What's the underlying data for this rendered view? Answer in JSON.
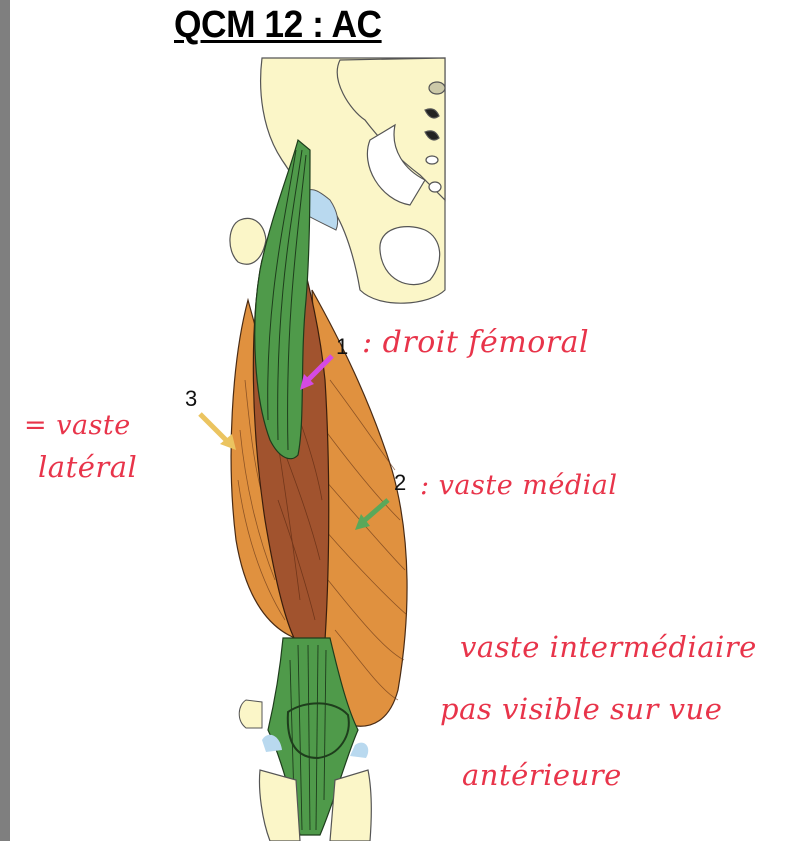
{
  "page": {
    "title": "QCM 12 : AC",
    "background": "#ffffff",
    "left_bar_color": "#7f7f7f"
  },
  "figure": {
    "description": "Anterior view of thigh: quadriceps femoris muscles",
    "colors": {
      "bone": "#fbf6c8",
      "tendon_green": "#4f9a4a",
      "rectus_brown": "#a1532e",
      "vastus_orange": "#e0913f",
      "cartilage_blue": "#b9d9ef",
      "arrow_1": "#d54ae3",
      "arrow_2": "#5aa85a",
      "arrow_3": "#ebc460",
      "annotation_red": "#e8344a"
    },
    "labels": [
      {
        "number": "1",
        "annotation": ": droit fémoral"
      },
      {
        "number": "2",
        "annotation": ": vaste médial"
      },
      {
        "number": "3",
        "annotation_line1": "= vaste",
        "annotation_line2": "latéral"
      }
    ]
  },
  "note": {
    "line1": "vaste intermédiaire",
    "line2": "pas visible sur vue",
    "line3": "antérieure"
  }
}
